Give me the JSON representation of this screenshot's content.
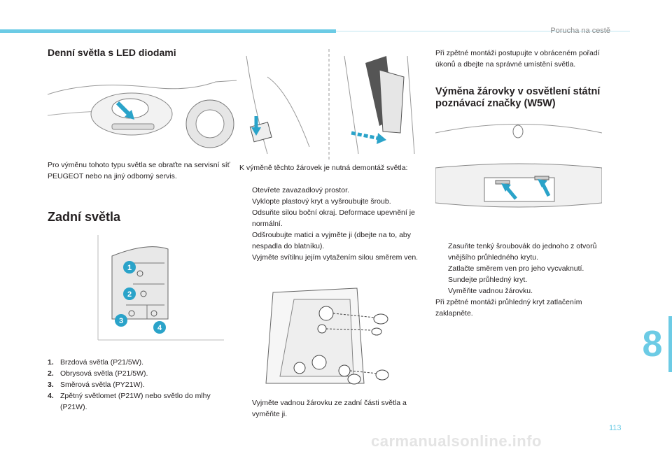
{
  "header": {
    "section": "Porucha na cestě"
  },
  "left": {
    "drl_title": "Denní světla s LED diodami",
    "drl_text": "Pro výměnu tohoto typu světla se obraťte na servisní síť PEUGEOT nebo na jiný odborný servis.",
    "rear_title": "Zadní světla",
    "lamp_labels": [
      "1",
      "2",
      "3",
      "4"
    ],
    "items": [
      {
        "num": "1.",
        "text": "Brzdová světla (P21/5W)."
      },
      {
        "num": "2.",
        "text": "Obrysová světla (P21/5W)."
      },
      {
        "num": "3.",
        "text": "Směrová světla (PY21W)."
      },
      {
        "num": "4.",
        "text": "Zpětný světlomet (P21W) nebo světlo do mlhy (P21W)."
      }
    ]
  },
  "middle": {
    "intro": "K výměně těchto žárovek je nutná demontáž světla:",
    "bullet": "",
    "steps": [
      "Otevřete zavazadlový prostor.",
      "Vyklopte plastový kryt a vyšroubujte šroub.",
      "Odsuňte silou boční okraj. Deformace upevnění je normální.",
      "Odšroubujte matici a vyjměte ji (dbejte na to, aby nespadla do blatníku).",
      "Vyjměte svítilnu jejím vytažením silou směrem ven."
    ],
    "step_bottom": "Vyjměte vadnou žárovku ze zadní části světla a vyměňte ji."
  },
  "right": {
    "reassembly": "Při zpětné montáži postupujte v obráceném pořadí úkonů a dbejte na správné umístění světla.",
    "w5w_title": "Výměna žárovky v osvětlení státní poznávací značky (W5W)",
    "steps": [
      "Zasuňte tenký šroubovák do jednoho z otvorů vnějšího průhledného krytu.",
      "Zatlačte směrem ven pro jeho vycvaknutí.",
      "Sundejte průhledný kryt.",
      "Vyměňte vadnou žárovku."
    ],
    "closing": "Při zpětné montáži průhledný kryt zatlačením zaklapněte."
  },
  "chapter": "8",
  "page_number": "113",
  "watermark": "carmanualsonline.info",
  "colors": {
    "accent": "#6ccbe5",
    "arrow": "#2aa3c9"
  }
}
